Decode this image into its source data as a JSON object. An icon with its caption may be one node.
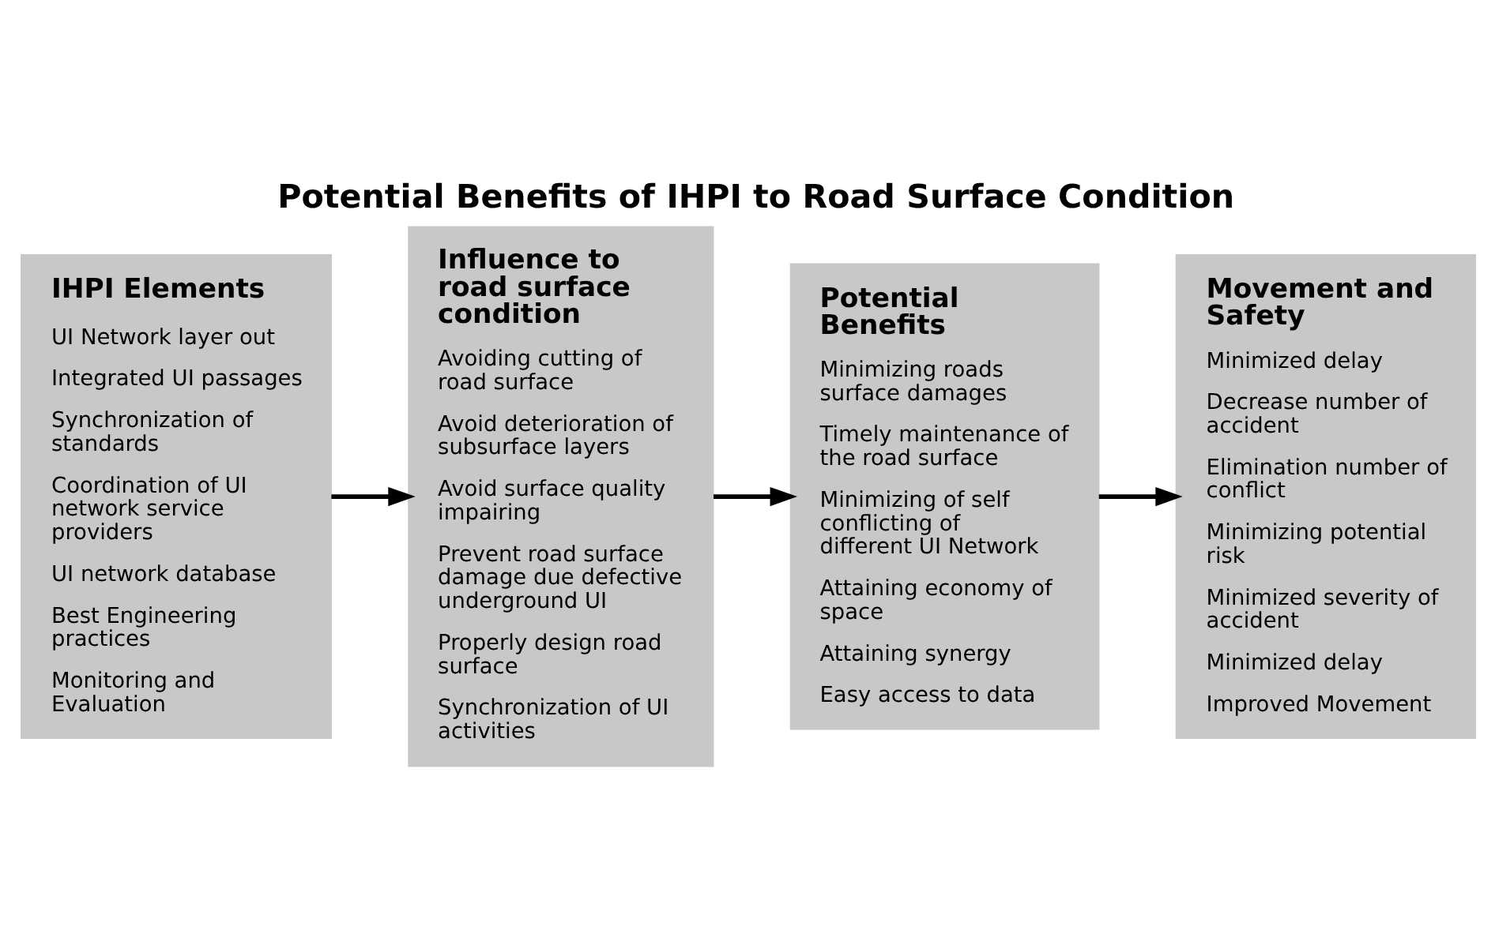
{
  "diagram": {
    "title": "Potential Benefits of IHPI to Road Surface Condition",
    "nodes": [
      {
        "text": [
          "IHPI Elements",
          "UI Network layer out",
          "Integrated UI passages",
          "Synchronization of standards",
          "Coordination of UI network service providers",
          "UI network database",
          "Best Engineering practices",
          "Monitoring and Evaluation"
        ]
      },
      {
        "text": [
          "Influence to road surface condition",
          "Avoiding cutting of road surface",
          "Avoid deterioration of subsurface layers",
          "Avoid surface quality impairing",
          "Prevent road surface damage due defective underground UI",
          "Properly design road surface",
          "Synchronization of UI activities"
        ]
      },
      {
        "text": [
          "Potential Benefits",
          "Minimizing roads surface damages",
          "Timely maintenance of the road surface",
          "Minimizing of self conflicting of different UI Network",
          "Attaining economy of space",
          "Attaining synergy",
          "Easy access to data"
        ]
      },
      {
        "text": [
          "Movement and Safety",
          "Minimized delay",
          "Decrease number of accident",
          "Elimination number of conflict",
          "Minimizing potential risk",
          "Minimized severity of accident",
          "Minimized delay",
          "Improved Movement"
        ]
      }
    ],
    "edges": [
      {
        "from": 0,
        "to": 1,
        "arrow": "to"
      },
      {
        "from": 1,
        "to": 2,
        "arrow": "to"
      },
      {
        "from": 2,
        "to": 3,
        "arrow": "to"
      }
    ]
  }
}
